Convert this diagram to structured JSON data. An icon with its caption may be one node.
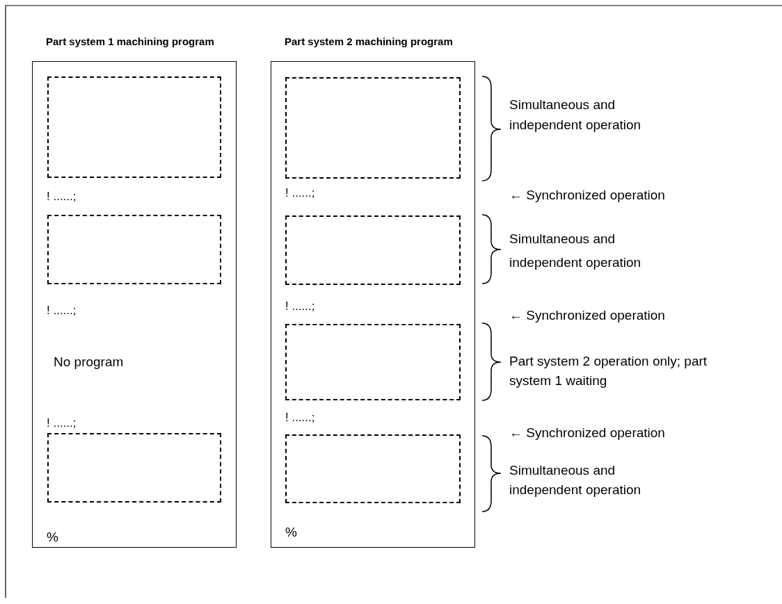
{
  "diagram": {
    "nodes": [
      {
        "text": [
          "Part system 1 machining program",
          "! ......;",
          "! ......;",
          "No program",
          "! ......;",
          "%"
        ]
      },
      {
        "text": [],
        "shape": "box",
        "in": 0
      },
      {
        "text": [],
        "shape": "box",
        "in": 0
      },
      {
        "text": [],
        "shape": "box",
        "in": 0
      },
      {
        "text": [
          "Part system 2 machining program",
          "! ......;",
          "! ......;",
          "! ......;",
          "%"
        ]
      },
      {
        "text": [],
        "shape": "box",
        "in": 4
      },
      {
        "text": [],
        "shape": "box",
        "in": 4
      },
      {
        "text": [],
        "shape": "box",
        "in": 4
      },
      {
        "text": [],
        "shape": "box",
        "in": 4
      }
    ],
    "labels": [
      "Simultaneous and independent operation",
      "← Synchronized operation",
      "Simultaneous and independent operation",
      "← Synchronized operation",
      "Part system 2 operation only; part system 1 waiting",
      "← Synchronized operation",
      "Simultaneous and independent operation"
    ]
  }
}
